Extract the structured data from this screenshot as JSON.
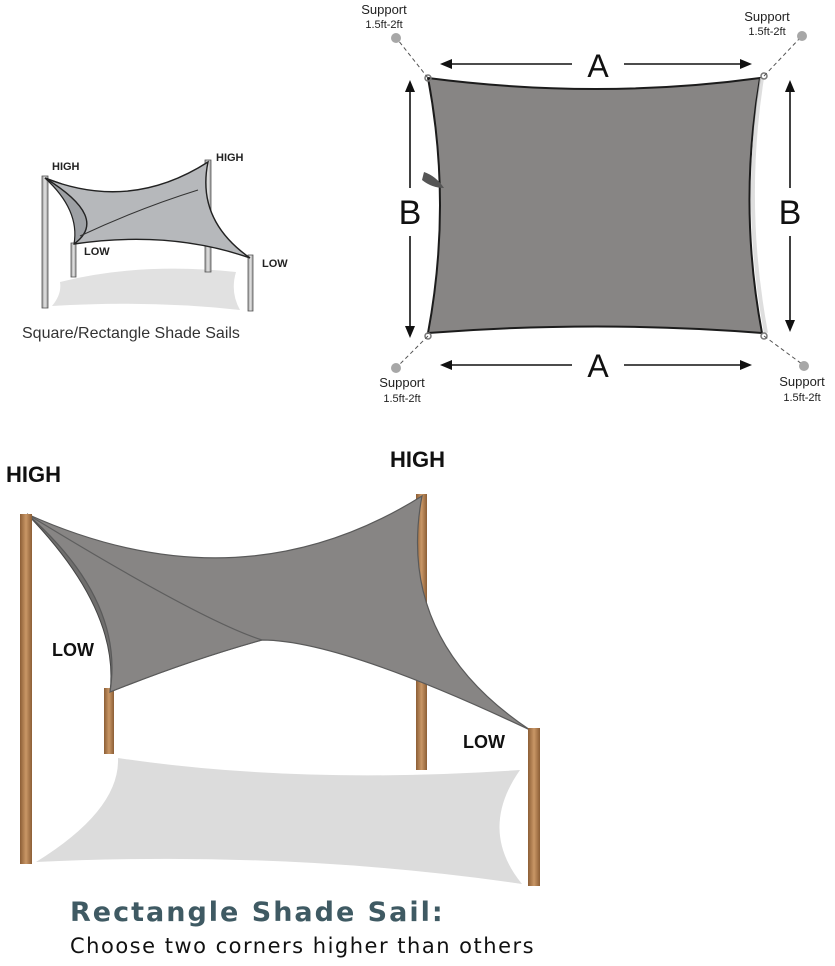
{
  "small_diagram": {
    "caption": "Square/Rectangle Shade Sails",
    "label_high_left": "HIGH",
    "label_high_right": "HIGH",
    "label_low_left": "LOW",
    "label_low_right": "LOW"
  },
  "dimension_diagram": {
    "dim_top": "A",
    "dim_bottom": "A",
    "dim_left": "B",
    "dim_right": "B",
    "support_title": "Support",
    "support_distance": "1.5ft-2ft"
  },
  "large_diagram": {
    "label_high_left": "HIGH",
    "label_high_right": "HIGH",
    "label_low_left": "LOW",
    "label_low_right": "LOW"
  },
  "footer": {
    "title": "Rectangle Shade Sail:",
    "subtitle": "Choose two corners higher than others"
  },
  "colors": {
    "sail_dark": "#878584",
    "sail_light": "#aeb0b3",
    "pole_wood": "#b98555",
    "shadow": "#dcdcdc",
    "footer_title": "#3f5a63"
  }
}
